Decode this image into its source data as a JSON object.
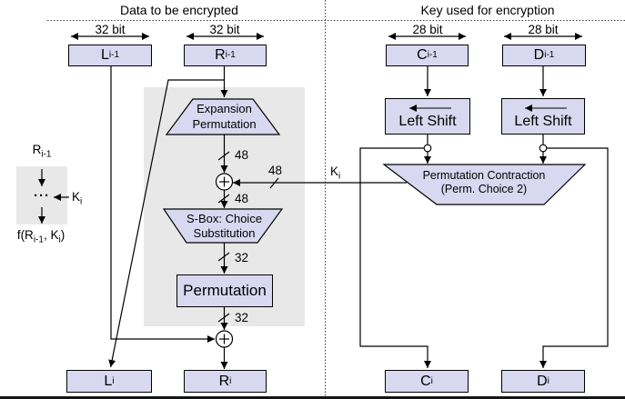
{
  "titles": {
    "left": "Data to be encrypted",
    "right": "Key used for encryption"
  },
  "bit_labels": {
    "l_prev": "32 bit",
    "r_prev": "32 bit",
    "c_prev": "28 bit",
    "d_prev": "28 bit"
  },
  "registers": {
    "l_prev": {
      "main": "L",
      "sub": "i-1"
    },
    "r_prev": {
      "main": "R",
      "sub": "i-1"
    },
    "c_prev": {
      "main": "C",
      "sub": "i-1"
    },
    "d_prev": {
      "main": "D",
      "sub": "i-1"
    },
    "l_out": {
      "main": "L",
      "sub": "i"
    },
    "r_out": {
      "main": "R",
      "sub": "i"
    },
    "c_out": {
      "main": "C",
      "sub": "i"
    },
    "d_out": {
      "main": "D",
      "sub": "i"
    }
  },
  "blocks": {
    "expansion": {
      "line1": "Expansion",
      "line2": "Permutation"
    },
    "sbox": {
      "line1": "S-Box: Choice",
      "line2": "Substitution"
    },
    "permutation": {
      "label": "Permutation"
    },
    "left_shift_c": {
      "label": "Left Shift"
    },
    "left_shift_d": {
      "label": "Left Shift"
    },
    "perm_contraction": {
      "line1": "Permutation Contraction",
      "line2": "(Perm. Choice 2)"
    }
  },
  "bus_widths": {
    "expansion_out": "48",
    "key_in": "48",
    "xor_out": "48",
    "sbox_out": "32",
    "permutation_out": "32"
  },
  "key_label": {
    "main": "K",
    "sub": "i"
  },
  "legend": {
    "input_label": {
      "main": "R",
      "sub": "i-1"
    },
    "dots": "···",
    "key_label": {
      "main": "K",
      "sub": "i"
    },
    "function_label": {
      "p1": "f(R",
      "s1": "i-1",
      "p2": ", K",
      "s2": "i",
      "p3": ")"
    }
  },
  "colors": {
    "box_fill": "#d8d8f0",
    "box_border": "#000000",
    "gray_panel": "#e8e8e8",
    "line": "#000000",
    "background": "#ffffff"
  }
}
